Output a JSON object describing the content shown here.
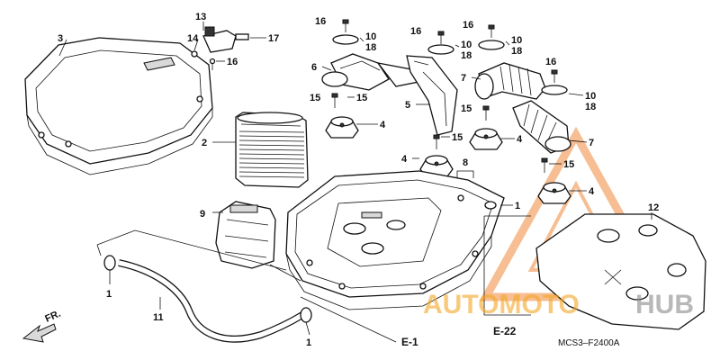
{
  "diagram": {
    "callouts": {
      "c1a": "1",
      "c1b": "1",
      "c1c": "1",
      "c2": "2",
      "c3": "3",
      "c4a": "4",
      "c4b": "4",
      "c4c": "4",
      "c4d": "4",
      "c5": "5",
      "c6": "6",
      "c7a": "7",
      "c7b": "7",
      "c8": "8",
      "c9": "9",
      "c10a": "10",
      "c10b": "10",
      "c10c": "10",
      "c10d": "10",
      "c11": "11",
      "c12": "12",
      "c13": "13",
      "c14": "14",
      "c15a": "15",
      "c15b": "15",
      "c15c": "15",
      "c15d": "15",
      "c15e": "15",
      "c16a": "16",
      "c16b": "16",
      "c16c": "16",
      "c16d": "16",
      "c16e": "16",
      "c17": "17",
      "c18a": "18",
      "c18b": "18",
      "c18c": "18",
      "c18d": "18"
    },
    "refs": {
      "e1": "E-1",
      "e22": "E-22"
    },
    "direction_label": "FR.",
    "diagram_code": "MCS3–F2400A"
  },
  "watermark": {
    "text_a": "AUTOMOTO",
    "text_b": "HUB",
    "color": "#f5a623",
    "color_b": "#8a8a8a"
  }
}
